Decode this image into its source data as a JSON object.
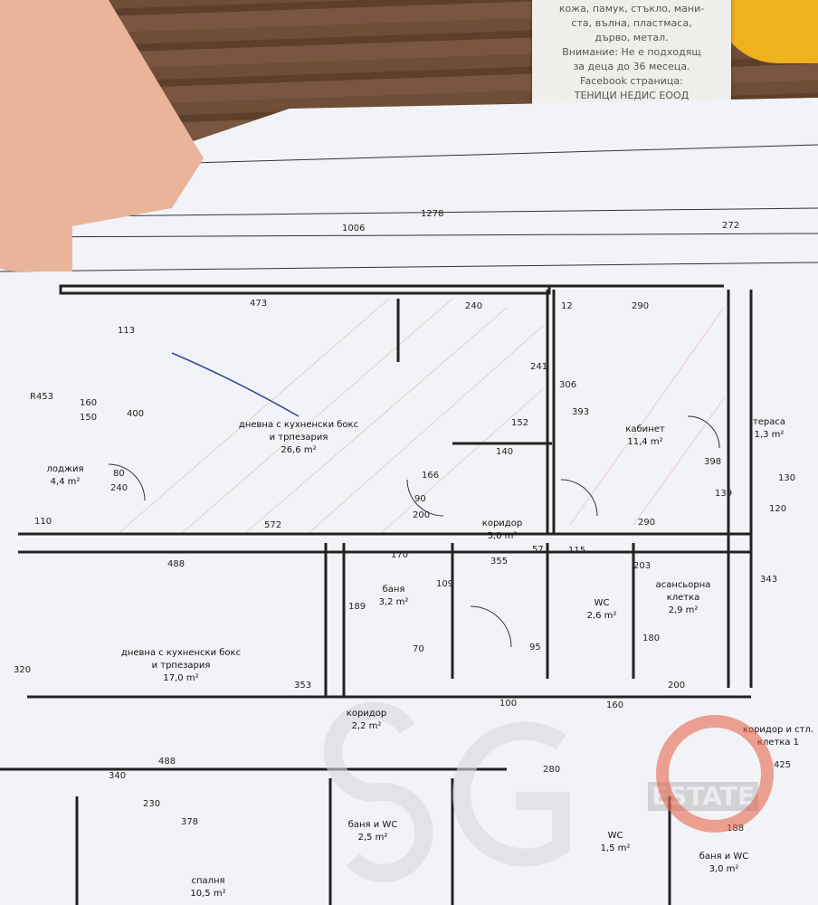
{
  "sticker": {
    "lines": [
      "кожа, памук, стъкло, мани-",
      "ста, вълна, пластмаса,",
      "дърво, метал.",
      "Внимание: Не е подходящ",
      "за деца до 36 месеца.",
      "Facebook страница:",
      "ТЕНИЦИ НЕДИС ЕООД"
    ]
  },
  "rooms": [
    {
      "name": "дневна с кухненски бокс",
      "name2": "и трпезария",
      "area": "26,6 m²"
    },
    {
      "name": "кабинет",
      "area": "11,4 m²"
    },
    {
      "name": "тераса",
      "area": "1,3 m²"
    },
    {
      "name": "лоджия",
      "area": "4,4 m²"
    },
    {
      "name": "коридор",
      "area": "5,0 m²"
    },
    {
      "name": "баня",
      "area": "3,2 m²"
    },
    {
      "name": "WC",
      "area": "2,6 m²"
    },
    {
      "name": "асансьорна",
      "name2": "клетка",
      "area": "2,9 m²"
    },
    {
      "name": "дневна с кухненски бокс",
      "name2": "и трпезария",
      "area": "17,0 m²"
    },
    {
      "name": "коридор",
      "area": "2,2 m²"
    },
    {
      "name": "баня и WC",
      "area": "2,5 m²"
    },
    {
      "name": "WC",
      "area": "1,5 m²"
    },
    {
      "name": "баня и WC",
      "area": "3,0 m²"
    },
    {
      "name": "спалня",
      "area": "10,5 m²"
    },
    {
      "name": "коридор и стл.",
      "name2": "клетка 1"
    }
  ],
  "dims": [
    "1278",
    "1006",
    "272",
    "473",
    "240",
    "290",
    "12",
    "572",
    "290",
    "488",
    "340",
    "488",
    "230",
    "378",
    "280",
    "425",
    "188",
    "160",
    "150",
    "R453",
    "113",
    "400",
    "110",
    "80",
    "240",
    "306",
    "393",
    "241",
    "152",
    "140",
    "166",
    "355",
    "57",
    "170",
    "189",
    "109",
    "343",
    "398",
    "139",
    "130",
    "120",
    "100",
    "200",
    "90",
    "70",
    "115",
    "203",
    "95",
    "180",
    "353",
    "320",
    "160",
    "200"
  ],
  "watermark": {
    "logo": "SG",
    "text": "ESTATE"
  }
}
